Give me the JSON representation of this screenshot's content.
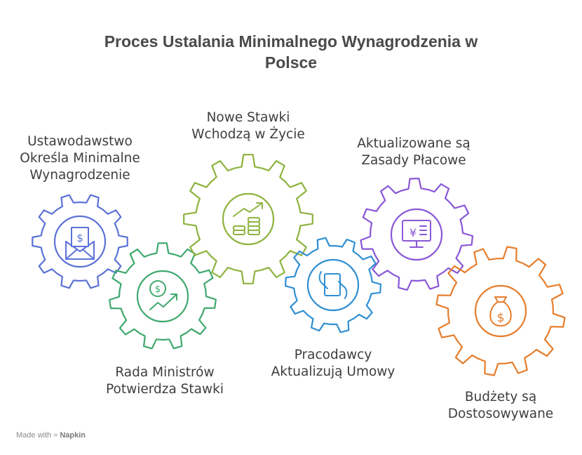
{
  "title": {
    "line1": "Proces Ustalania Minimalnego Wynagrodzenia w",
    "line2": "Polsce"
  },
  "steps": [
    {
      "line1": "Ustawodawstwo",
      "line2": "Określa Minimalne",
      "line3": "Wynagrodzenie",
      "color": "#5b72d6",
      "icon": "money-envelope-icon"
    },
    {
      "line1": "Rada Ministrów",
      "line2": "Potwierdza Stawki",
      "color": "#3fa86e",
      "icon": "money-growth-icon"
    },
    {
      "line1": "Nowe Stawki",
      "line2": "Wchodzą w Życie",
      "color": "#8db33e",
      "icon": "coins-growth-icon"
    },
    {
      "line1": "Pracodawcy",
      "line2": "Aktualizują Umowy",
      "color": "#2f8fd3",
      "icon": "contract-hands-icon"
    },
    {
      "line1": "Aktualizowane są",
      "line2": "Zasady Płacowe",
      "color": "#8a57d6",
      "icon": "payroll-monitor-icon"
    },
    {
      "line1": "Budżety są",
      "line2": "Dostosowywane",
      "color": "#e57d2c",
      "icon": "money-bag-icon"
    }
  ],
  "footer": {
    "prefix": "Made with",
    "brand": "Napkin",
    "icon": "napkin-logo-icon"
  }
}
